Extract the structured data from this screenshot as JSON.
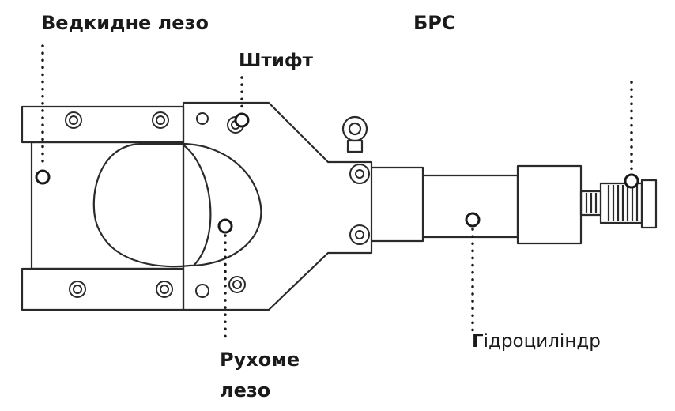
{
  "labels": {
    "fixed_blade": "Ведкидне лезо",
    "bps": "БРС",
    "pin": "Штифт",
    "moving_blade_1": "Рухоме",
    "moving_blade_2": "лезо",
    "cylinder_first": "Г",
    "cylinder_rest": "ідроциліндр"
  },
  "colors": {
    "stroke": "#2a2a2a",
    "text": "#1a1a1a",
    "background": "#ffffff"
  }
}
